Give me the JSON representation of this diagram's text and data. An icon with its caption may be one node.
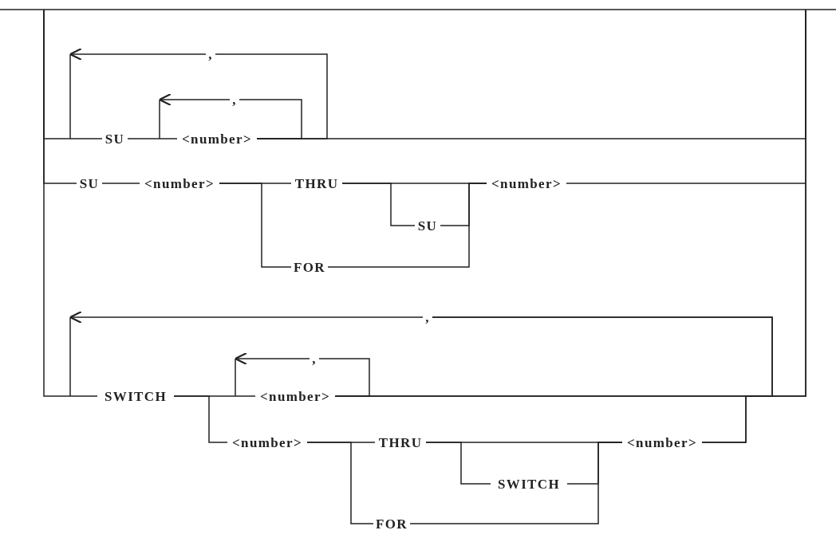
{
  "diagram": {
    "nodes": [
      {
        "text": [
          "SU"
        ]
      },
      {
        "text": [
          "<number>"
        ]
      },
      {
        "text": [
          ","
        ]
      },
      {
        "text": [
          ","
        ]
      },
      {
        "text": [
          "SU"
        ]
      },
      {
        "text": [
          "<number>"
        ]
      },
      {
        "text": [
          "THRU"
        ]
      },
      {
        "text": [
          "SU"
        ]
      },
      {
        "text": [
          "FOR"
        ]
      },
      {
        "text": [
          "<number>"
        ]
      },
      {
        "text": [
          ","
        ]
      },
      {
        "text": [
          "SWITCH"
        ]
      },
      {
        "text": [
          ","
        ]
      },
      {
        "text": [
          "<number>"
        ]
      },
      {
        "text": [
          "<number>"
        ]
      },
      {
        "text": [
          "THRU"
        ]
      },
      {
        "text": [
          "SWITCH"
        ]
      },
      {
        "text": [
          "FOR"
        ]
      },
      {
        "text": [
          "<number>"
        ]
      }
    ],
    "edges": [
      {
        "from": null,
        "to": 0,
        "arrow": "none"
      },
      {
        "from": null,
        "to": 4,
        "arrow": "none"
      },
      {
        "from": null,
        "to": 11,
        "arrow": "none"
      },
      {
        "from": 0,
        "to": 1,
        "arrow": "none"
      },
      {
        "from": 1,
        "to": null,
        "arrow": "none"
      },
      {
        "from": 1,
        "to": 2,
        "arrow": "none"
      },
      {
        "from": 2,
        "to": null,
        "arrow": "to"
      },
      {
        "from": 1,
        "to": 3,
        "arrow": "none"
      },
      {
        "from": 3,
        "to": null,
        "arrow": "to"
      },
      {
        "from": 4,
        "to": 5,
        "arrow": "none"
      },
      {
        "from": 5,
        "to": 6,
        "arrow": "none"
      },
      {
        "from": 5,
        "to": 8,
        "arrow": "none"
      },
      {
        "from": 6,
        "to": 7,
        "arrow": "none"
      },
      {
        "from": 6,
        "to": 9,
        "arrow": "none"
      },
      {
        "from": 7,
        "to": 9,
        "arrow": "none"
      },
      {
        "from": 8,
        "to": 9,
        "arrow": "none"
      },
      {
        "from": 9,
        "to": null,
        "arrow": "none"
      },
      {
        "from": 11,
        "to": 13,
        "arrow": "none"
      },
      {
        "from": 13,
        "to": 12,
        "arrow": "none"
      },
      {
        "from": 12,
        "to": null,
        "arrow": "to"
      },
      {
        "from": 13,
        "to": null,
        "arrow": "none"
      },
      {
        "from": 13,
        "to": 10,
        "arrow": "none"
      },
      {
        "from": 18,
        "to": 10,
        "arrow": "none"
      },
      {
        "from": 18,
        "to": null,
        "arrow": "none"
      },
      {
        "from": 10,
        "to": null,
        "arrow": "to"
      },
      {
        "from": 11,
        "to": 14,
        "arrow": "none"
      },
      {
        "from": 14,
        "to": 15,
        "arrow": "none"
      },
      {
        "from": 14,
        "to": 17,
        "arrow": "none"
      },
      {
        "from": 15,
        "to": 16,
        "arrow": "none"
      },
      {
        "from": 15,
        "to": 18,
        "arrow": "none"
      },
      {
        "from": 16,
        "to": 18,
        "arrow": "none"
      },
      {
        "from": 17,
        "to": 18,
        "arrow": "none"
      }
    ]
  }
}
